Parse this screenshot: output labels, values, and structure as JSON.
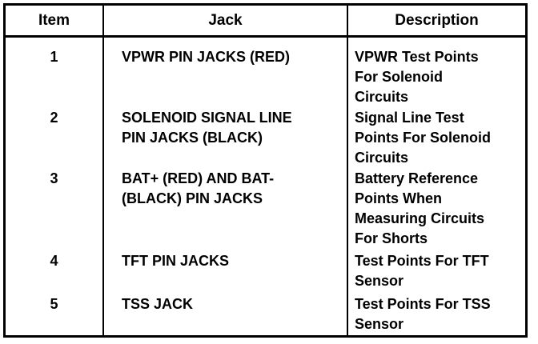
{
  "table": {
    "headers": {
      "item": "Item",
      "jack": "Jack",
      "description": "Description"
    },
    "rows": [
      {
        "item": "1",
        "jack": "VPWR PIN JACKS (RED)",
        "description": "VPWR Test Points\nFor Solenoid\nCircuits"
      },
      {
        "item": "2",
        "jack": "SOLENOID SIGNAL LINE\nPIN JACKS (BLACK)",
        "description": "Signal Line Test\nPoints For Solenoid\nCircuits"
      },
      {
        "item": "3",
        "jack": "BAT+ (RED) AND BAT-\n(BLACK) PIN JACKS",
        "description": "Battery Reference\nPoints When\nMeasuring Circuits\nFor Shorts"
      },
      {
        "item": "4",
        "jack": "TFT PIN JACKS",
        "description": "Test Points For TFT\nSensor"
      },
      {
        "item": "5",
        "jack": "TSS JACK",
        "description": "Test Points For TSS\nSensor"
      }
    ]
  }
}
